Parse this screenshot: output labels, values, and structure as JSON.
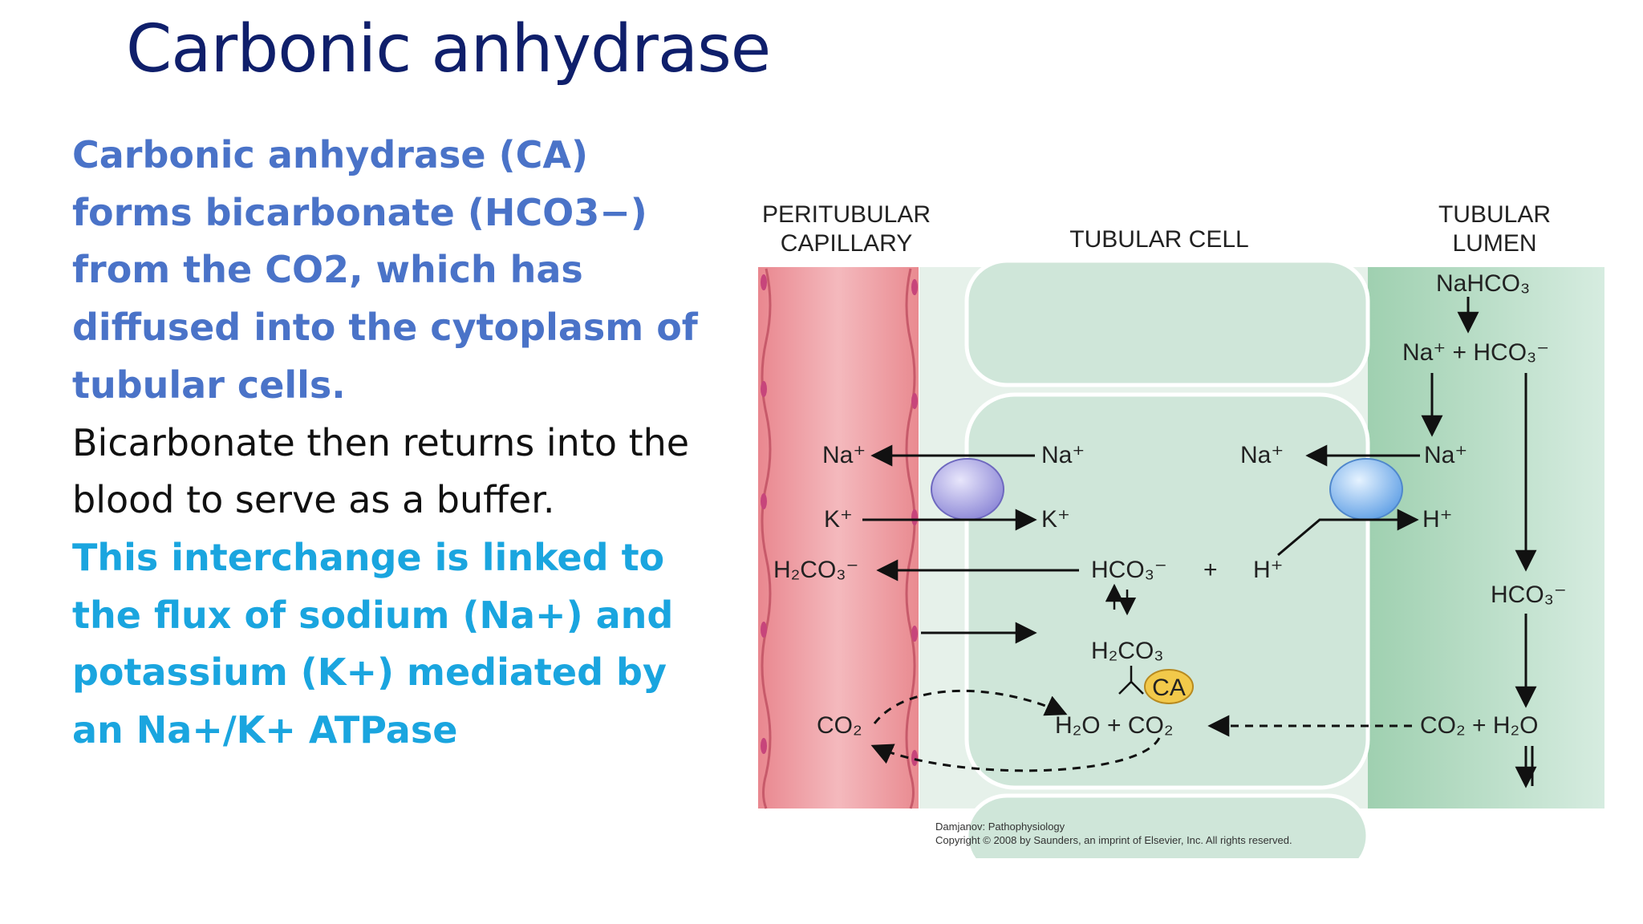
{
  "title": "Carbonic anhydrase",
  "paragraphs": [
    "Carbonic anhydrase (CA) forms bicarbonate (HCO3−) from the CO2, which has diffused into the cytoplasm of tubular cells.",
    "Bicarbonate then returns into the blood to serve as a buffer.",
    "This interchange is linked to the flux of sodium (Na+) and potassium (K+) mediated by an Na+/K+ ATPase"
  ],
  "diagram": {
    "headers": {
      "capillary_1": "PERITUBULAR",
      "capillary_2": "CAPILLARY",
      "cell": "TUBULAR CELL",
      "lumen_1": "TUBULAR",
      "lumen_2": "LUMEN"
    },
    "labels": {
      "na_cap": "Na⁺",
      "na_cell_left": "Na⁺",
      "na_cell_right": "Na⁺",
      "na_lumen": "Na⁺",
      "k_cap": "K⁺",
      "k_cell": "K⁺",
      "h_lumen": "H⁺",
      "h_cell": "H⁺",
      "h2co3_cap": "H₂CO₃⁻",
      "hco3_cell": "HCO₃⁻",
      "plus_cell": "+",
      "h2co3_cell": "H₂CO₃",
      "ca": "CA",
      "co2_cap": "CO₂",
      "h2o_co2_cell": "H₂O + CO₂",
      "nahco3": "NaHCO₃",
      "na_hco3_lumen": "Na⁺ + HCO₃⁻",
      "hco3_lumen": "HCO₃⁻",
      "co2_h2o_lumen": "CO₂ + H₂O"
    },
    "credit_1": "Damjanov: Pathophysiology",
    "credit_2": "Copyright © 2008 by Saunders, an imprint of Elsevier, Inc. All rights reserved."
  }
}
